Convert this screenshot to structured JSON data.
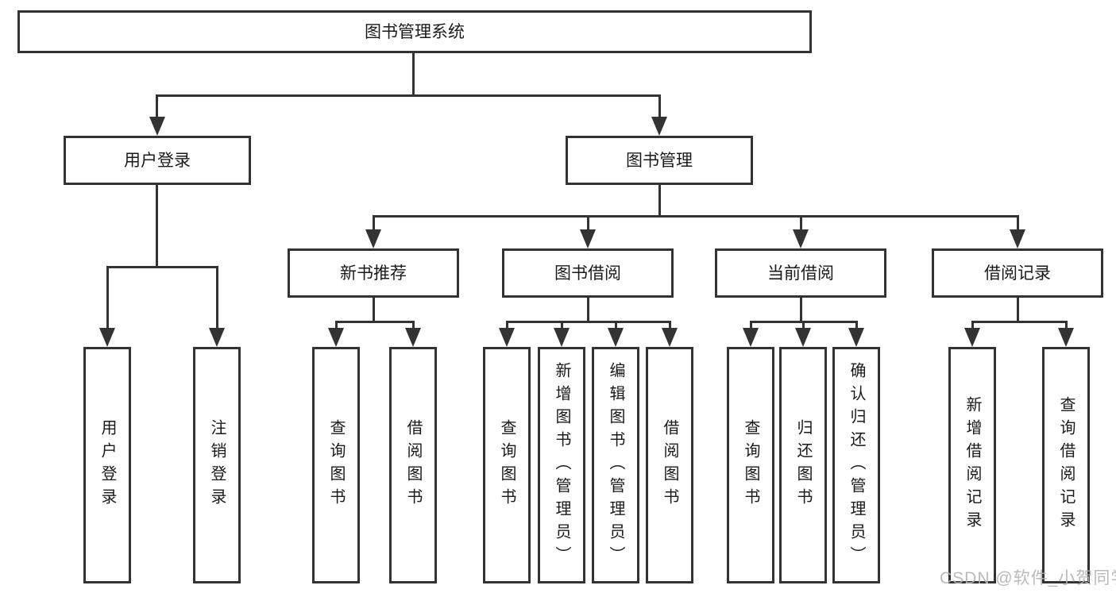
{
  "diagram": {
    "root": {
      "label": "图书管理系统"
    },
    "branches": [
      {
        "label": "用户登录",
        "children": [
          {
            "label": "用户登录"
          },
          {
            "label": "注销登录"
          }
        ]
      },
      {
        "label": "图书管理",
        "children": [
          {
            "label": "新书推荐",
            "children": [
              {
                "label": "查询图书"
              },
              {
                "label": "借阅图书"
              }
            ]
          },
          {
            "label": "图书借阅",
            "children": [
              {
                "label": "查询图书"
              },
              {
                "label": "新增图书（管理员）"
              },
              {
                "label": "编辑图书（管理员）"
              },
              {
                "label": "借阅图书"
              }
            ]
          },
          {
            "label": "当前借阅",
            "children": [
              {
                "label": "查询图书"
              },
              {
                "label": "归还图书"
              },
              {
                "label": "确认归还（管理员）"
              }
            ]
          },
          {
            "label": "借阅记录",
            "children": [
              {
                "label": "新增借阅记录"
              },
              {
                "label": "查询借阅记录"
              }
            ]
          }
        ]
      }
    ]
  },
  "watermark": {
    "text": "CSDN @软件_小贺同学"
  },
  "colors": {
    "line": "#333333",
    "box_border": "#333333",
    "box_fill": "#ffffff",
    "text": "#1a1a1a",
    "watermark": "#b2b2b2"
  }
}
